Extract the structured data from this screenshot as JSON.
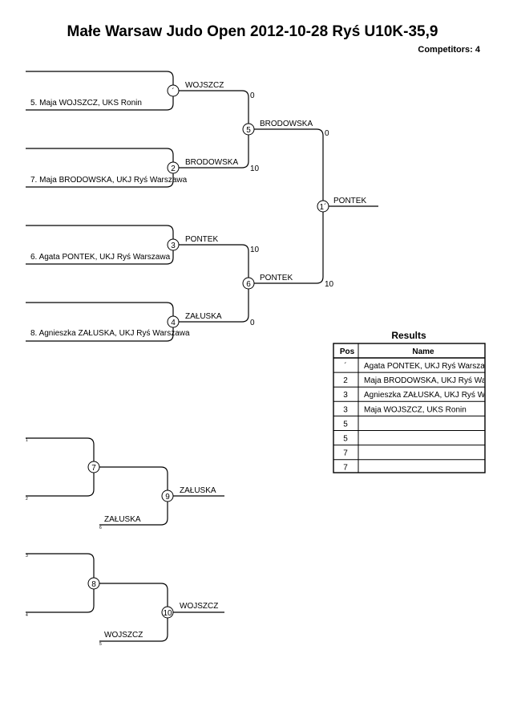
{
  "header": {
    "title": "Małe Warsaw Judo Open  2012-10-28  Ryś   U10K-35,9",
    "competitors": "Competitors: 4"
  },
  "main_bracket": {
    "entries": [
      {
        "label": "5. Maja WOJSZCZ, UKS Ronin"
      },
      {
        "label": "7. Maja BRODOWSKA, UKJ Ryś Warszawa"
      },
      {
        "label": "6. Agata PONTEK, UKJ Ryś Warszawa"
      },
      {
        "label": "8. Agnieszka ZAŁUSKA, UKJ Ryś Warszawa"
      }
    ],
    "matches": [
      {
        "number": "´",
        "winner": "WOJSZCZ",
        "score_top": "0",
        "score_bottom": "10"
      },
      {
        "number": "2",
        "winner": "BRODOWSKA"
      },
      {
        "number": "3",
        "winner": "PONTEK",
        "score_top": "10",
        "score_bottom": "0"
      },
      {
        "number": "4",
        "winner": "ZAŁUSKA"
      },
      {
        "number": "5",
        "winner": "BRODOWSKA",
        "score": "0"
      },
      {
        "number": "6",
        "winner": "PONTEK",
        "score": "10"
      },
      {
        "number": "1´",
        "winner": "PONTEK"
      }
    ]
  },
  "repechage_1": {
    "seed_top": "1",
    "seed_bottom": "2",
    "match_a": "7",
    "match_b": "9",
    "entry_name": "ZAŁUSKA",
    "entry_seed": "6",
    "winner": "ZAŁUSKA"
  },
  "repechage_2": {
    "seed_top": "3",
    "seed_bottom": "4",
    "match_a": "8",
    "match_b": "10",
    "entry_name": "WOJSZCZ",
    "entry_seed": "5",
    "winner": "WOJSZCZ"
  },
  "results": {
    "title": "Results",
    "col_pos": "Pos",
    "col_name": "Name",
    "rows": [
      {
        "pos": "´",
        "name": "Agata PONTEK, UKJ Ryś Warszawa"
      },
      {
        "pos": "2",
        "name": "Maja BRODOWSKA, UKJ Ryś Warszawa"
      },
      {
        "pos": "3",
        "name": "Agnieszka ZAŁUSKA, UKJ Ryś Warszawa"
      },
      {
        "pos": "3",
        "name": "Maja WOJSZCZ, UKS Ronin"
      },
      {
        "pos": "5",
        "name": ""
      },
      {
        "pos": "5",
        "name": ""
      },
      {
        "pos": "7",
        "name": ""
      },
      {
        "pos": "7",
        "name": ""
      }
    ]
  }
}
